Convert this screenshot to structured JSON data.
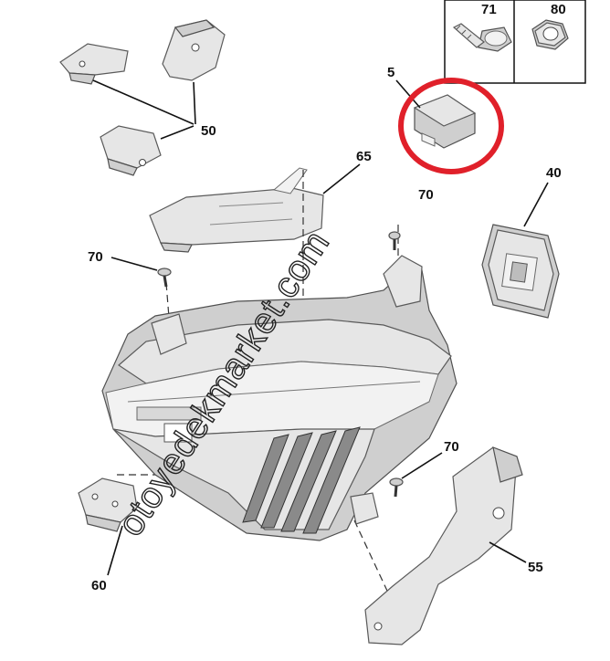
{
  "callouts": {
    "c71": "71",
    "c80": "80",
    "c5": "5",
    "c40": "40",
    "c65": "65",
    "c50": "50",
    "c70_top": "70",
    "c70_left": "70",
    "c70_right": "70",
    "c60": "60",
    "c55": "55"
  },
  "watermark": "otoyedekmarket.com",
  "highlight_color": "#e0202a"
}
